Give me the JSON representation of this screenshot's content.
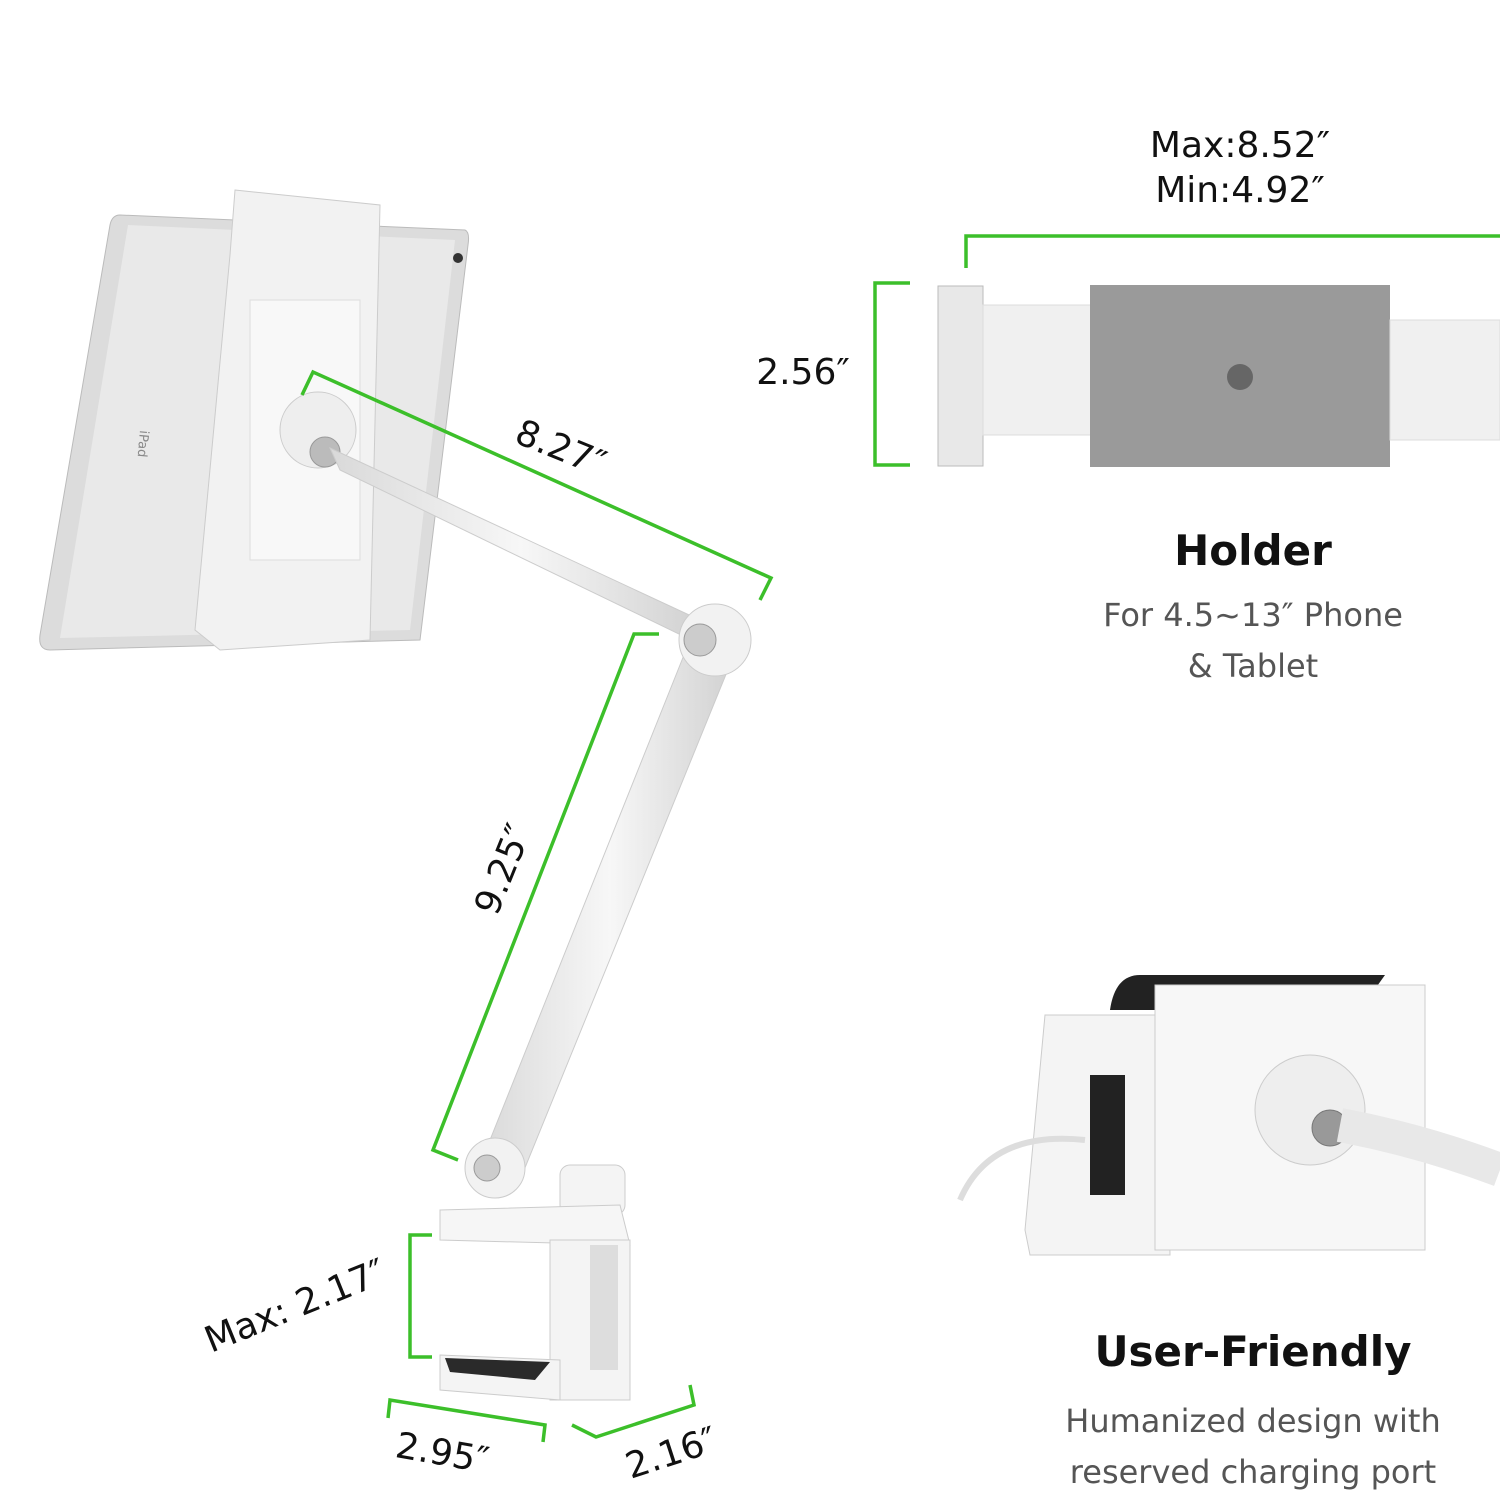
{
  "dimensions": {
    "holder_max": "Max:8.52″",
    "holder_min": "Min:4.92″",
    "holder_height": "2.56″",
    "upper_arm": "8.27″",
    "lower_arm": "9.25″",
    "clamp_max": "Max: 2.17″",
    "base_width": "2.95″",
    "base_depth": "2.16″"
  },
  "features": [
    {
      "title": "Holder",
      "lines": [
        "For 4.5~13″ Phone",
        "& Tablet"
      ]
    },
    {
      "title": "User-Friendly",
      "lines": [
        "Humanized design with",
        "reserved charging port"
      ]
    }
  ],
  "product": {
    "device_label": "iPad"
  },
  "colors": {
    "accent": "#3cbf2a",
    "text": "#111111",
    "subtext": "#555555"
  }
}
